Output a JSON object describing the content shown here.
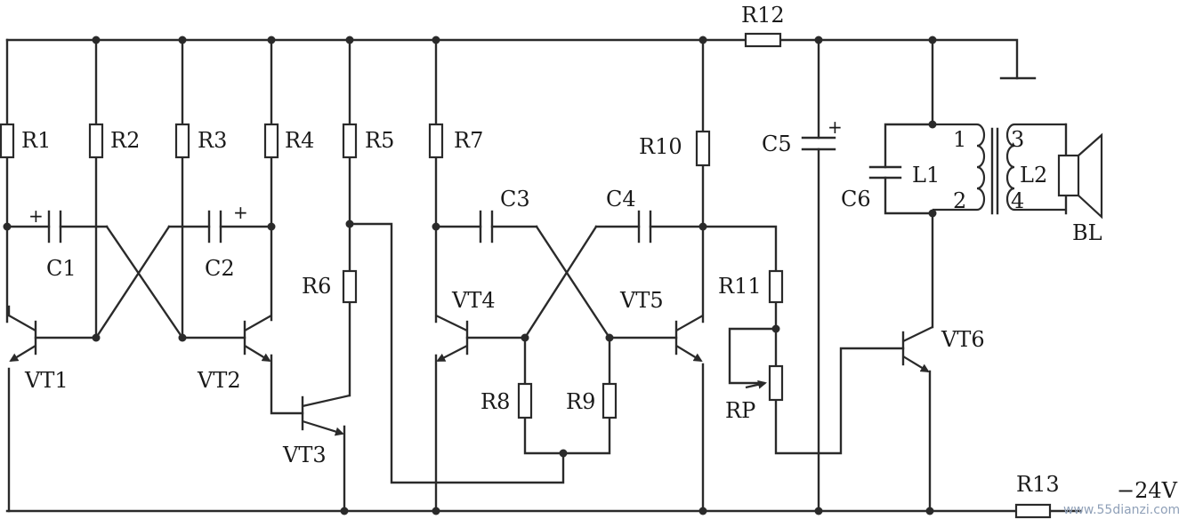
{
  "labels": {
    "R1": "R1",
    "R2": "R2",
    "R3": "R3",
    "R4": "R4",
    "R5": "R5",
    "R6": "R6",
    "R7": "R7",
    "R8": "R8",
    "R9": "R9",
    "R10": "R10",
    "R11": "R11",
    "R12": "R12",
    "R13": "R13",
    "C1": "C1",
    "C2": "C2",
    "C3": "C3",
    "C4": "C4",
    "C5": "C5",
    "C6": "C6",
    "VT1": "VT1",
    "VT2": "VT2",
    "VT3": "VT3",
    "VT4": "VT4",
    "VT5": "VT5",
    "VT6": "VT6",
    "RP": "RP",
    "L1": "L1",
    "L2": "L2",
    "BL": "BL",
    "pin1": "1",
    "pin2": "2",
    "pin3": "3",
    "pin4": "4",
    "plus": "+",
    "supply": "−24V"
  },
  "watermark": "www.55dianzi.com",
  "colors": {
    "ink": "#2a2a2a",
    "watermark": "#8fa0b8"
  }
}
